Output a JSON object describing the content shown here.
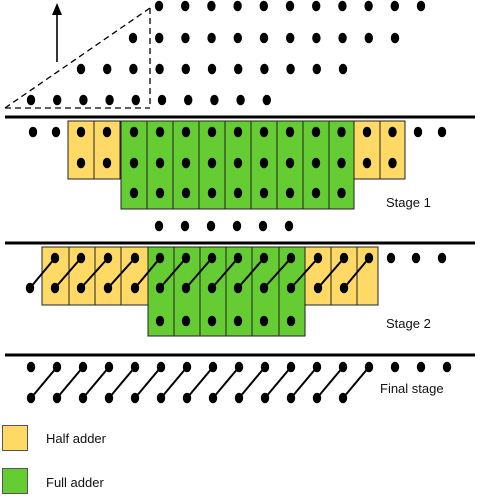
{
  "labels": {
    "stage1": "Stage 1",
    "stage2": "Stage 2",
    "final": "Final stage"
  },
  "legend": [
    {
      "label": "Half adder",
      "color": "#ffd966"
    },
    {
      "label": "Full adder",
      "color": "#66cc33"
    }
  ],
  "colors": {
    "half_adder": "#ffd966",
    "full_adder": "#66cc33",
    "dot": "#000000",
    "line": "#000000"
  }
}
